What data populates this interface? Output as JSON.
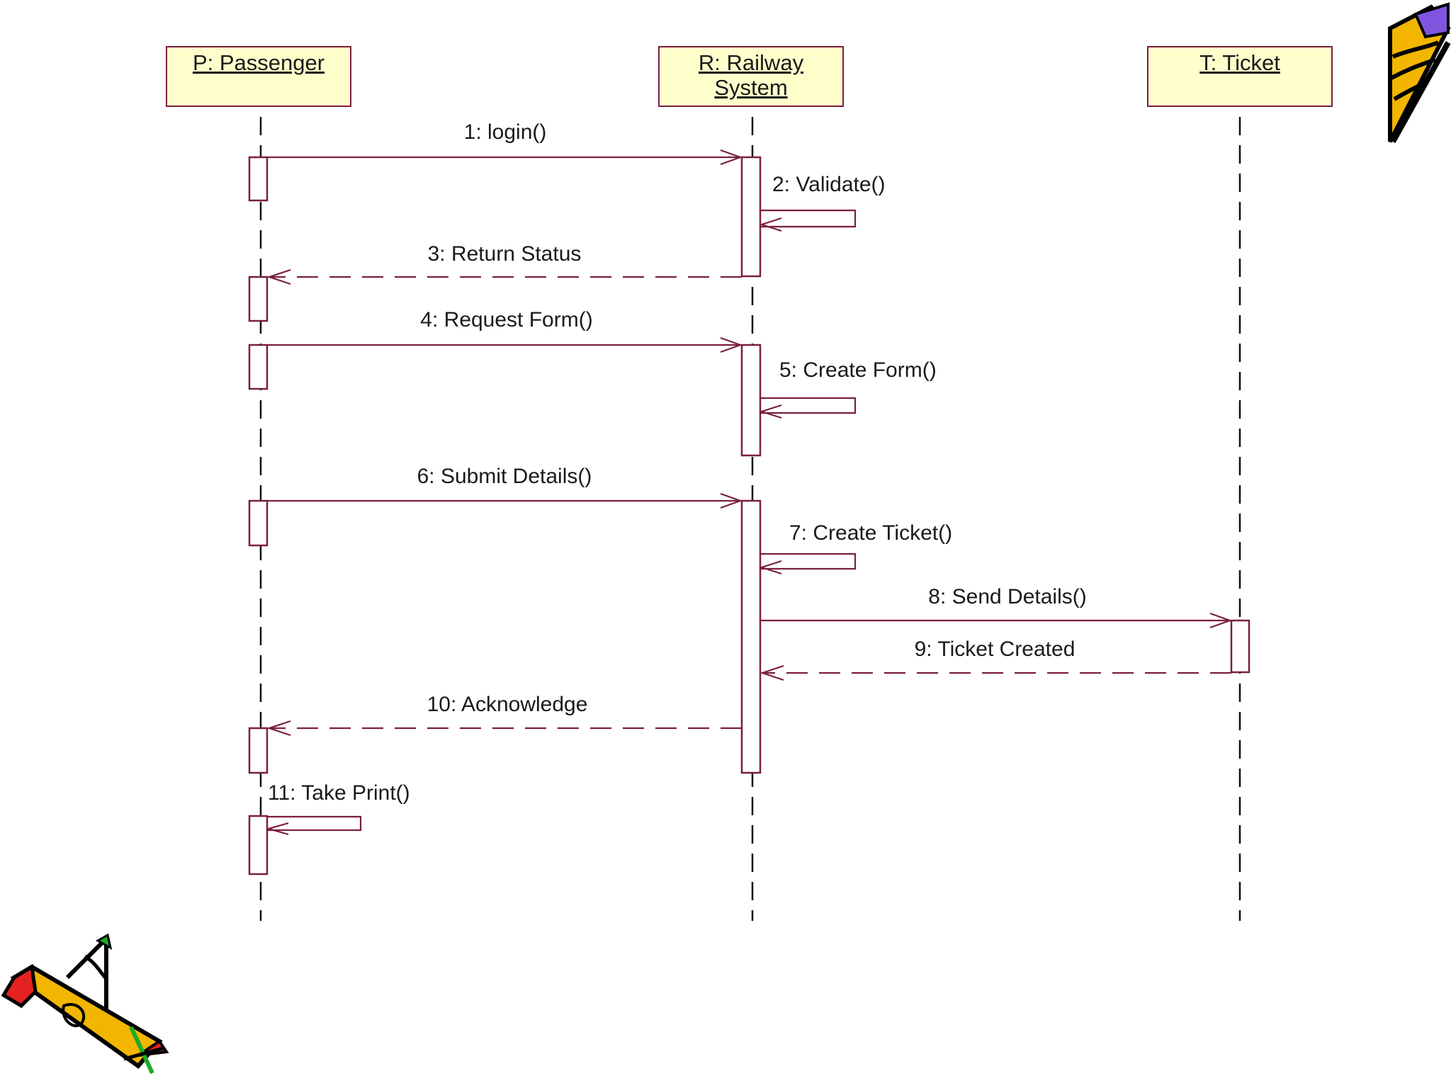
{
  "objects": [
    {
      "id": "P",
      "label": "P: Passenger"
    },
    {
      "id": "R",
      "label_line1": "R: Railway",
      "label_line2": "System"
    },
    {
      "id": "T",
      "label": "T: Ticket"
    }
  ],
  "messages": [
    {
      "label": "1: login()",
      "from": "P",
      "to": "R",
      "kind": "call"
    },
    {
      "label": "2: Validate()",
      "from": "R",
      "to": "R",
      "kind": "self"
    },
    {
      "label": "3: Return Status",
      "from": "R",
      "to": "P",
      "kind": "return"
    },
    {
      "label": "4: Request Form()",
      "from": "P",
      "to": "R",
      "kind": "call"
    },
    {
      "label": "5: Create Form()",
      "from": "R",
      "to": "R",
      "kind": "self"
    },
    {
      "label": "6: Submit Details()",
      "from": "P",
      "to": "R",
      "kind": "call"
    },
    {
      "label": "7: Create Ticket()",
      "from": "R",
      "to": "R",
      "kind": "self"
    },
    {
      "label": "8: Send Details()",
      "from": "R",
      "to": "T",
      "kind": "call"
    },
    {
      "label": "9: Ticket Created",
      "from": "T",
      "to": "R",
      "kind": "return"
    },
    {
      "label": "10: Acknowledge",
      "from": "R",
      "to": "P",
      "kind": "return"
    },
    {
      "label": "11: Take Print()",
      "from": "P",
      "to": "P",
      "kind": "self"
    }
  ],
  "decorations": {
    "top_right": "pencil-clipart-icon",
    "bottom_left": "pencil-compass-clipart-icon"
  },
  "colors": {
    "object_fill": "#ffffcc",
    "line": "#7a1f3d",
    "lifeline": "#111111"
  }
}
